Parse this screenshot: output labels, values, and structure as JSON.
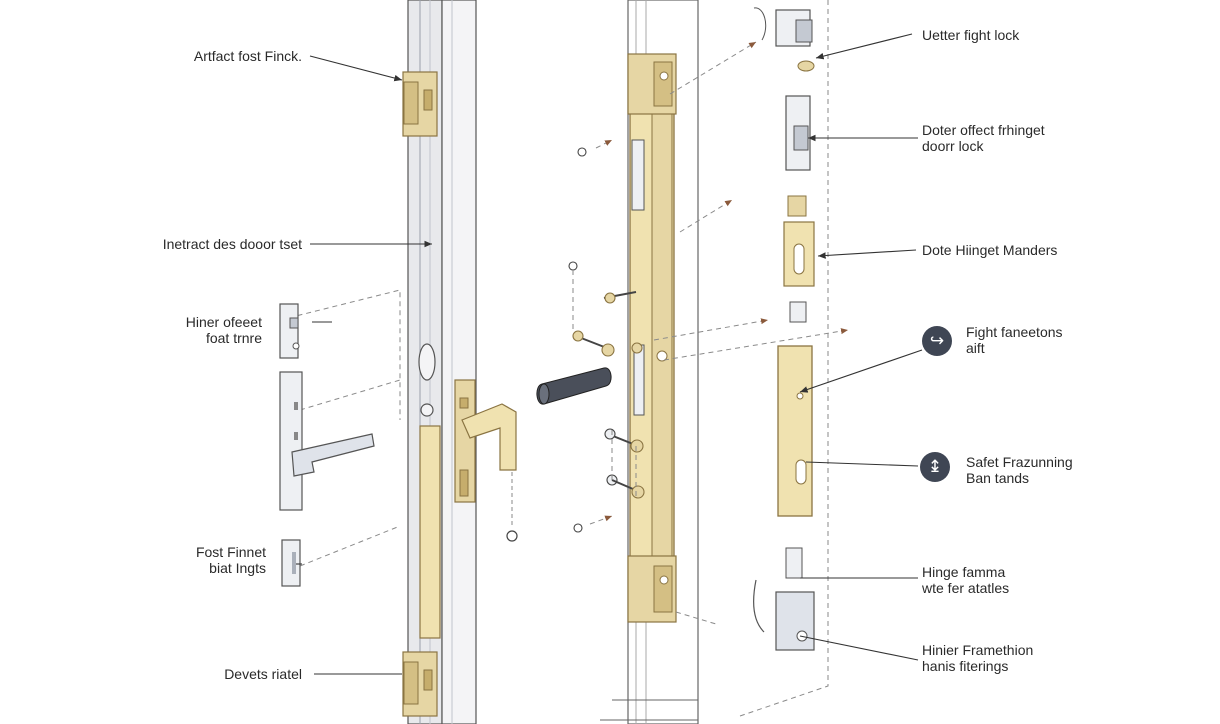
{
  "diagram": {
    "labels": {
      "l1": "Artfact fost Finck.",
      "l2": "Inetract des dooor tset",
      "l3a": "Hiner ofeeet",
      "l3b": "foat trnre",
      "l4a": "Fost Finnet",
      "l4b": "biat Ingts",
      "l5": "Devets riatel",
      "r1": "Uetter fight lock",
      "r2a": "Doter offect frhinget",
      "r2b": "doorr lock",
      "r3": "Dote Hiinget Manders",
      "r4a": "Fight faneetons",
      "r4b": "aift",
      "r5a": "Safet Frazunning",
      "r5b": "Ban tands",
      "r6a": "Hinge famma",
      "r6b": "wte fer atatles",
      "r7a": "Hinier Framethion",
      "r7b": "hanis fiterings"
    },
    "icons": {
      "circle_1": "screw-icon",
      "circle_2": "screw-icon"
    },
    "colors": {
      "brass": "#e6d6a4",
      "brass_dark": "#a88d4f",
      "steel": "#dfe3ea",
      "steel_dark": "#7d8594",
      "frame": "#e8e9ec",
      "line": "#333333",
      "dashed": "#8a8a8a",
      "leader": "#8b5a3c"
    }
  }
}
